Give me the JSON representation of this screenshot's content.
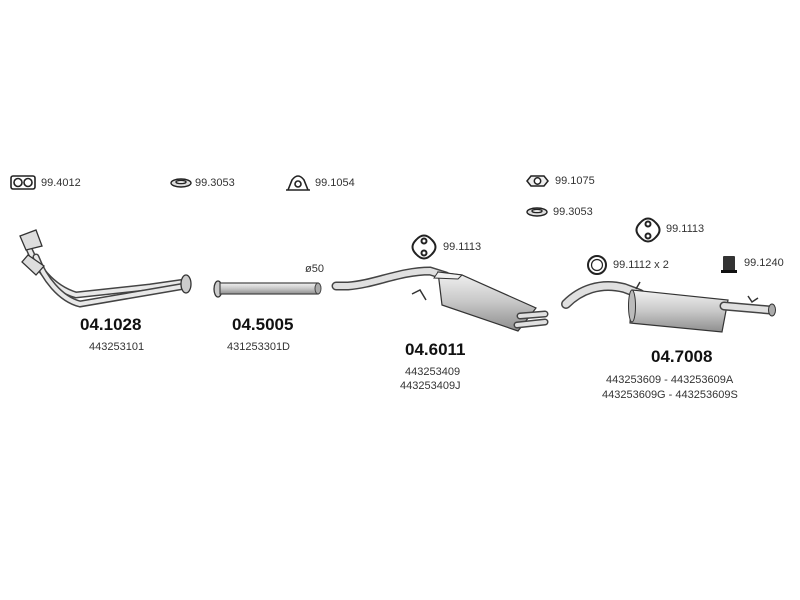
{
  "accessories": {
    "a1": "99.4012",
    "a2": "99.3053",
    "a3": "99.1054",
    "a4": "99.1075",
    "a5": "99.3053",
    "a6": "99.1113",
    "a7": "99.1113",
    "a8": "99.1112 x 2",
    "a9": "99.1240"
  },
  "pipe_diameter": "ø50",
  "parts": {
    "p1": {
      "number": "04.1028",
      "oem": [
        "443253101"
      ]
    },
    "p2": {
      "number": "04.5005",
      "oem": [
        "431253301D"
      ]
    },
    "p3": {
      "number": "04.6011",
      "oem": [
        "443253409",
        "443253409J"
      ]
    },
    "p4": {
      "number": "04.7008",
      "oem": [
        "443253609 - 443253609A",
        "443253609G - 443253609S"
      ]
    }
  }
}
